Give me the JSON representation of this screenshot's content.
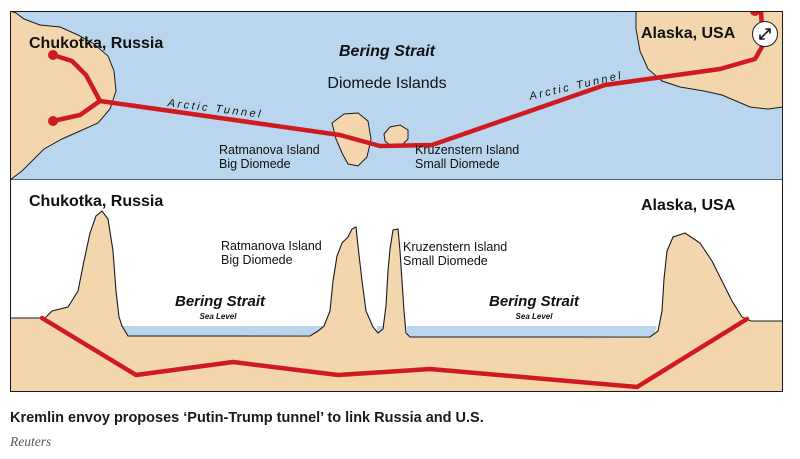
{
  "map": {
    "russia": "Chukotka, Russia",
    "usa": "Alaska, USA",
    "strait": "Bering Strait",
    "islands": "Diomede Islands",
    "ratmanova_line1": "Ratmanova Island",
    "ratmanova_line2": "Big Diomede",
    "kruzenstern_line1": "Kruzenstern Island",
    "kruzenstern_line2": "Small Diomede",
    "tunnel_left": "Arctic Tunnel",
    "tunnel_right": "Arctic Tunnel"
  },
  "profile": {
    "russia": "Chukotka, Russia",
    "usa": "Alaska, USA",
    "ratmanova_line1": "Ratmanova Island",
    "ratmanova_line2": "Big Diomede",
    "kruzenstern_line1": "Kruzenstern Island",
    "kruzenstern_line2": "Small Diomede",
    "strait_left": "Bering Strait",
    "sea_level_left": "Sea Level",
    "strait_right": "Bering Strait",
    "sea_level_right": "Sea Level"
  },
  "article": {
    "headline": "Kremlin envoy proposes ‘Putin-Trump tunnel’ to link Russia and U.S.",
    "source": "Reuters"
  },
  "icons": {
    "expand": "expand-arrows-icon"
  },
  "colors": {
    "sea": "#b9d6ee",
    "land": "#f3d6ad",
    "tunnel": "#cf1a1f",
    "sky": "#ffffff",
    "outline": "#1a1a1a"
  }
}
